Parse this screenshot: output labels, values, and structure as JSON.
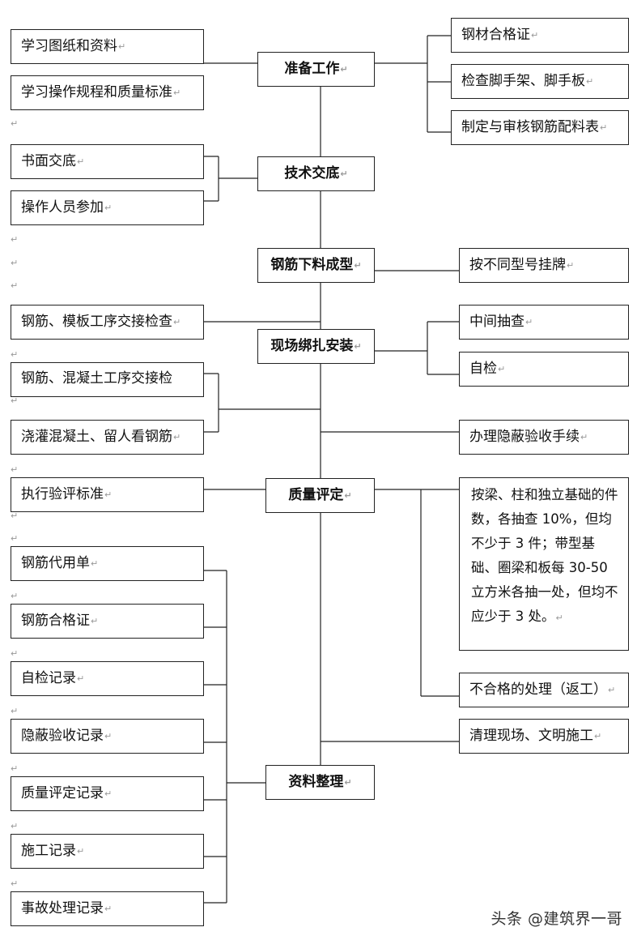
{
  "main_steps": [
    {
      "id": "prep",
      "label": "准备工作"
    },
    {
      "id": "tech",
      "label": "技术交底"
    },
    {
      "id": "cut",
      "label": "钢筋下料成型"
    },
    {
      "id": "bind",
      "label": "现场绑扎安装"
    },
    {
      "id": "qual",
      "label": "质量评定"
    },
    {
      "id": "docs",
      "label": "资料整理"
    }
  ],
  "left_items": {
    "prep": [
      "学习图纸和资料",
      "学习操作规程和质量标准"
    ],
    "tech": [
      "书面交底",
      "操作人员参加"
    ],
    "bind": [
      "钢筋、模板工序交接检查"
    ],
    "pour": [
      "钢筋、混凝土工序交接检",
      "浇灌混凝土、留人看钢筋"
    ],
    "qual": [
      "执行验评标准"
    ],
    "docs": [
      "钢筋代用单",
      "钢筋合格证",
      "自检记录",
      "隐蔽验收记录",
      "质量评定记录",
      "施工记录",
      "事故处理记录"
    ]
  },
  "right_items": {
    "prep": [
      "钢材合格证",
      "检查脚手架、脚手板",
      "制定与审核钢筋配料表"
    ],
    "cut": [
      "按不同型号挂牌"
    ],
    "bind": [
      "中间抽查",
      "自检"
    ],
    "hidden": [
      "办理隐蔽验收手续"
    ],
    "qual_note": "按梁、柱和独立基础的件数，各抽查 10%，但均不少于 3 件；带型基础、圈梁和板每 30-50 立方米各抽一处，但均不应少于 3 处。",
    "qual_fail": "不合格的处理（返工）",
    "clean": "清理现场、文明施工"
  },
  "paragraph_mark": "↵",
  "watermark": "头条 @建筑界一哥"
}
